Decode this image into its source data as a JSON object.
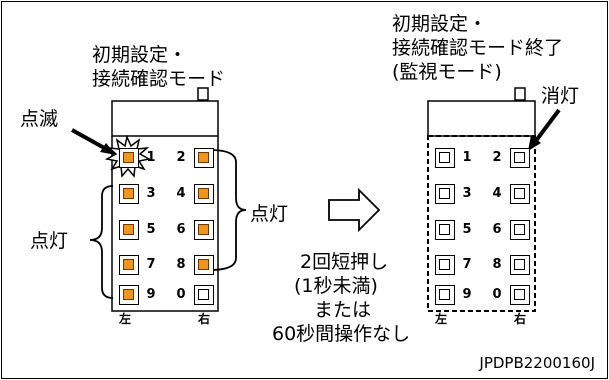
{
  "figure": {
    "code": "JPDPB2200160J",
    "left_panel": {
      "title_line1": "初期設定・",
      "title_line2": "接続確認モード",
      "label_blink": "点滅",
      "label_lit_left": "点灯",
      "label_lit_right": "点灯",
      "side_left": "左",
      "side_right": "右",
      "leds": [
        {
          "num": "1",
          "state": "blink"
        },
        {
          "num": "2",
          "state": "on"
        },
        {
          "num": "3",
          "state": "on"
        },
        {
          "num": "4",
          "state": "on"
        },
        {
          "num": "5",
          "state": "on"
        },
        {
          "num": "6",
          "state": "on"
        },
        {
          "num": "7",
          "state": "on"
        },
        {
          "num": "8",
          "state": "on"
        },
        {
          "num": "9",
          "state": "on"
        },
        {
          "num": "0",
          "state": "off"
        }
      ]
    },
    "center": {
      "line1": "2回短押し",
      "line2": "(1秒未満)",
      "line3": "または",
      "line4": "60秒間操作なし"
    },
    "right_panel": {
      "title_line1": "初期設定・",
      "title_line2": "接続確認モード終了",
      "title_line3": "(監視モード)",
      "label_off": "消灯",
      "side_left": "左",
      "side_right": "右",
      "leds": [
        {
          "num": "1",
          "state": "off"
        },
        {
          "num": "2",
          "state": "off"
        },
        {
          "num": "3",
          "state": "off"
        },
        {
          "num": "4",
          "state": "off"
        },
        {
          "num": "5",
          "state": "off"
        },
        {
          "num": "6",
          "state": "off"
        },
        {
          "num": "7",
          "state": "off"
        },
        {
          "num": "8",
          "state": "off"
        },
        {
          "num": "9",
          "state": "off"
        },
        {
          "num": "0",
          "state": "off"
        }
      ]
    }
  }
}
